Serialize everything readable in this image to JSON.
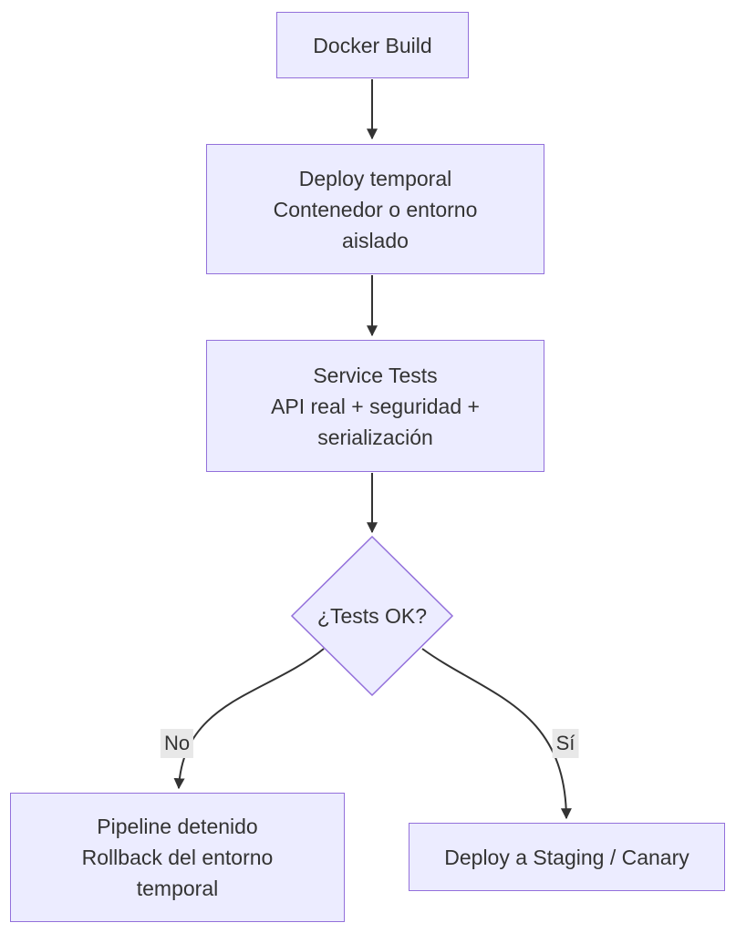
{
  "diagram": {
    "type": "flowchart",
    "direction": "top-down",
    "nodes": {
      "docker_build": {
        "shape": "rect",
        "lines": [
          "Docker Build"
        ]
      },
      "deploy_temporal": {
        "shape": "rect",
        "lines": [
          "Deploy temporal",
          "Contenedor o entorno",
          "aislado"
        ]
      },
      "service_tests": {
        "shape": "rect",
        "lines": [
          "Service Tests",
          "API real + seguridad +",
          "serialización"
        ]
      },
      "tests_ok": {
        "shape": "diamond",
        "lines": [
          "¿Tests OK?"
        ]
      },
      "pipeline_detenido": {
        "shape": "rect",
        "lines": [
          "Pipeline detenido",
          "Rollback del entorno",
          "temporal"
        ]
      },
      "deploy_staging": {
        "shape": "rect",
        "lines": [
          "Deploy a Staging / Canary"
        ]
      }
    },
    "edges": [
      {
        "from": "docker_build",
        "to": "deploy_temporal",
        "label": ""
      },
      {
        "from": "deploy_temporal",
        "to": "service_tests",
        "label": ""
      },
      {
        "from": "service_tests",
        "to": "tests_ok",
        "label": ""
      },
      {
        "from": "tests_ok",
        "to": "pipeline_detenido",
        "label": "No"
      },
      {
        "from": "tests_ok",
        "to": "deploy_staging",
        "label": "Sí"
      }
    ],
    "colors": {
      "node_fill": "#ECECFF",
      "node_border": "#9370DB",
      "node_text": "#333333",
      "edge_stroke": "#333333",
      "edge_label_bg": "#e8e8e8",
      "background": "#ffffff"
    }
  }
}
